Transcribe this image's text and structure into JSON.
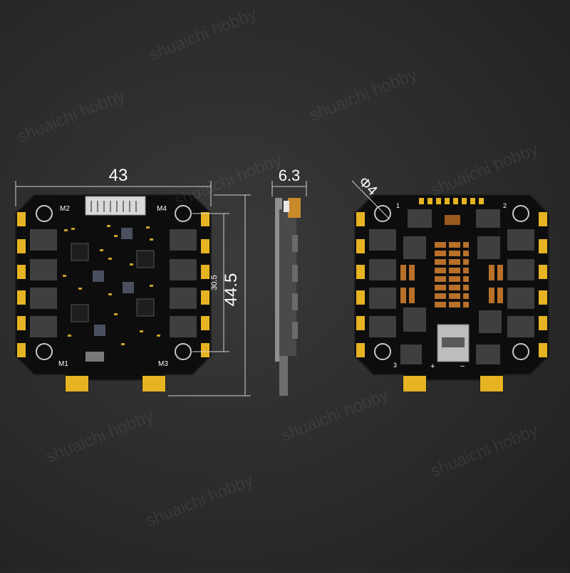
{
  "dimensions": {
    "width": "43",
    "height": "44.5",
    "mount_spacing": "30.5",
    "thickness": "6.3",
    "hole_diameter": "Φ4"
  },
  "front_labels": {
    "m1": "M1",
    "m2": "M2",
    "m3": "M3",
    "m4": "M4"
  },
  "back_labels": {
    "corner_1": "1",
    "corner_2": "2",
    "corner_3": "3",
    "plus": "+",
    "minus": "−"
  },
  "watermark": "shuaichi hobby",
  "colors": {
    "background": "#2b2b2b",
    "pcb": "#0d0d0d",
    "gold": "#e6b422",
    "chip": "#3f3f3f",
    "dimension_line": "#d0d0d0",
    "text": "#ffffff"
  }
}
